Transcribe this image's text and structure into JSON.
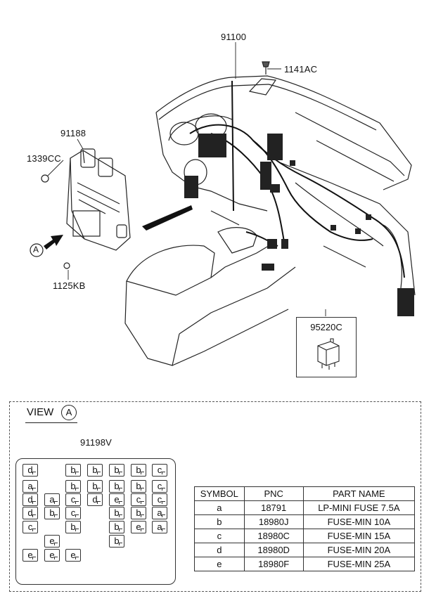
{
  "callouts": {
    "harness": "91100",
    "bolt_top": "1141AC",
    "junction_box": "91188",
    "nut": "1339CC",
    "bolt_bottom": "1125KB",
    "view_marker": "A"
  },
  "relay": {
    "label": "95220C"
  },
  "view": {
    "title": "VIEW",
    "letter": "A",
    "fusebox_label": "91198V",
    "fuses": [
      [
        "d",
        32,
        660
      ],
      [
        "a",
        32,
        683
      ],
      [
        "d",
        32,
        702
      ],
      [
        "d",
        32,
        721
      ],
      [
        "c",
        32,
        741
      ],
      [
        "e",
        32,
        781
      ],
      [
        "a",
        63,
        702
      ],
      [
        "b",
        63,
        721
      ],
      [
        "e",
        63,
        761
      ],
      [
        "e",
        63,
        781
      ],
      [
        "b",
        93,
        660
      ],
      [
        "b",
        93,
        683
      ],
      [
        "c",
        93,
        702
      ],
      [
        "c",
        93,
        721
      ],
      [
        "b",
        93,
        741
      ],
      [
        "e",
        93,
        781
      ],
      [
        "b",
        124,
        660
      ],
      [
        "b",
        124,
        683
      ],
      [
        "d",
        124,
        702
      ],
      [
        "b",
        155,
        660
      ],
      [
        "b",
        155,
        683
      ],
      [
        "e",
        155,
        702
      ],
      [
        "b",
        155,
        721
      ],
      [
        "b",
        155,
        741
      ],
      [
        "b",
        155,
        761
      ],
      [
        "b",
        186,
        660
      ],
      [
        "b",
        186,
        683
      ],
      [
        "c",
        186,
        702
      ],
      [
        "b",
        186,
        721
      ],
      [
        "e",
        186,
        741
      ],
      [
        "c",
        216,
        660
      ],
      [
        "c",
        216,
        683
      ],
      [
        "c",
        216,
        702
      ],
      [
        "a",
        216,
        721
      ],
      [
        "a",
        216,
        741
      ]
    ]
  },
  "table": {
    "headers": [
      "SYMBOL",
      "PNC",
      "PART NAME"
    ],
    "rows": [
      [
        "a",
        "18791",
        "LP-MINI FUSE 7.5A"
      ],
      [
        "b",
        "18980J",
        "FUSE-MIN 10A"
      ],
      [
        "c",
        "18980C",
        "FUSE-MIN 15A"
      ],
      [
        "d",
        "18980D",
        "FUSE-MIN 20A"
      ],
      [
        "e",
        "18980F",
        "FUSE-MIN 25A"
      ]
    ]
  }
}
